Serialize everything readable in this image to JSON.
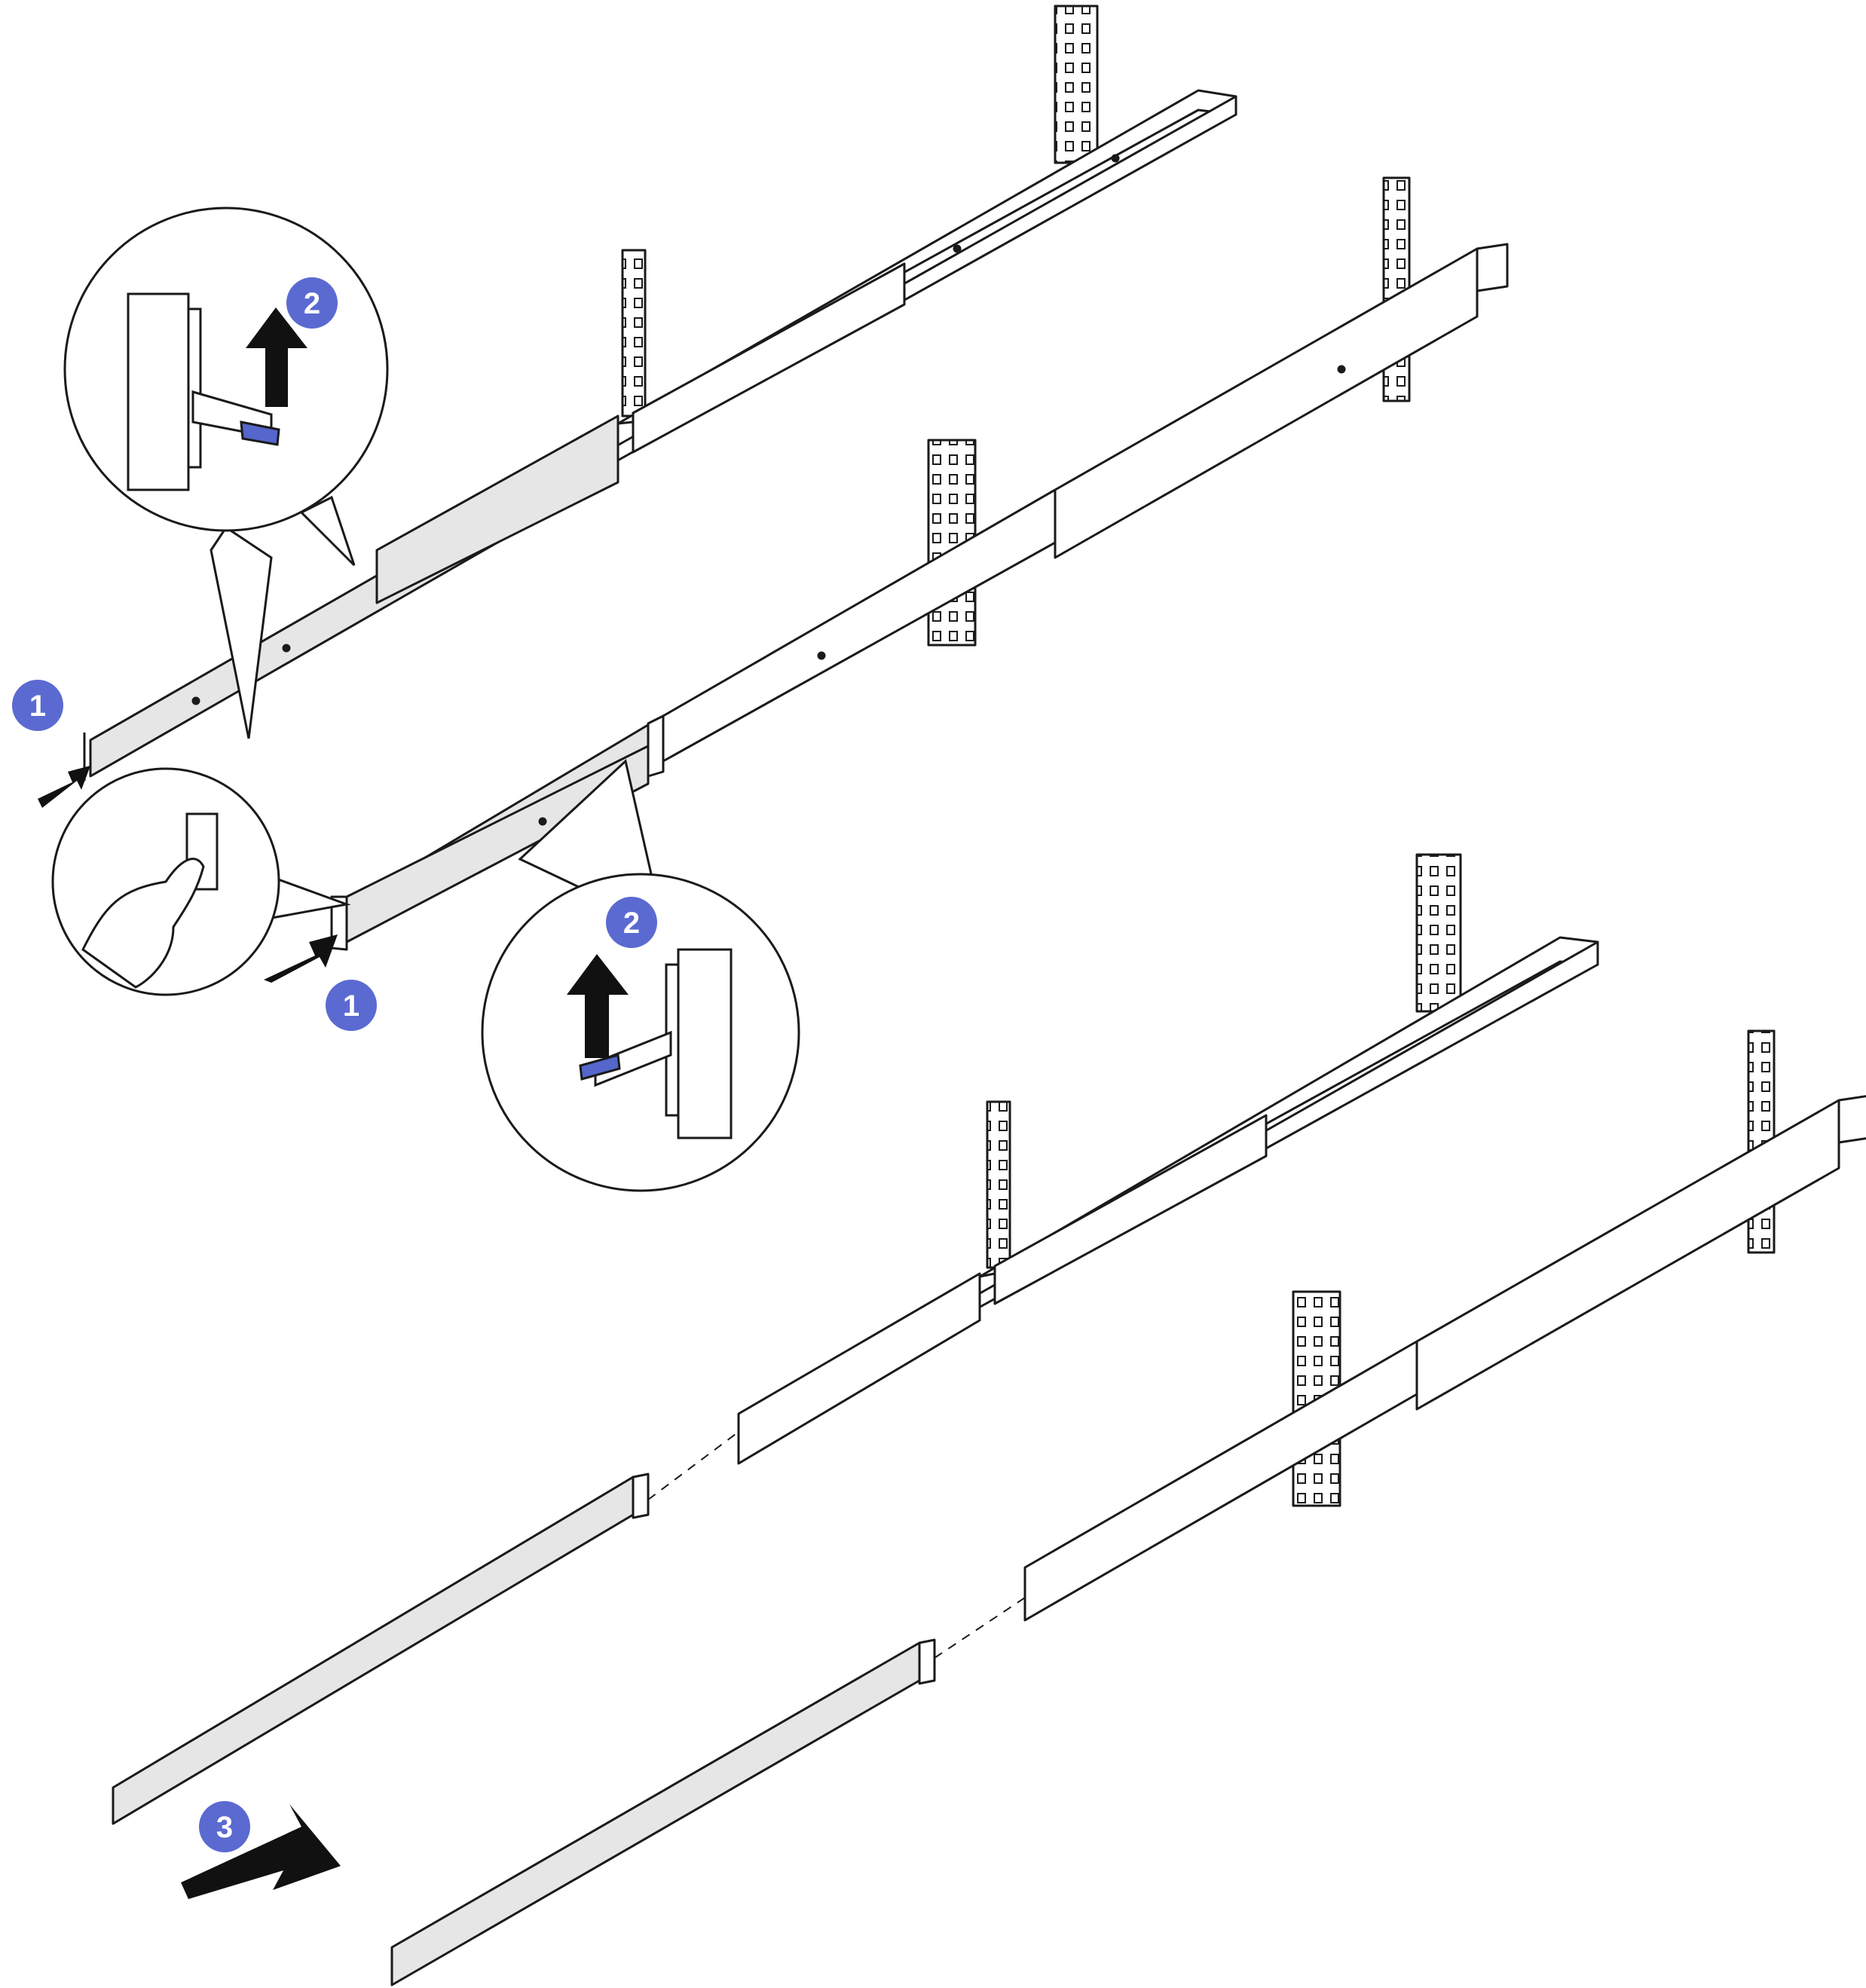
{
  "steps": [
    {
      "id": "step-1-top",
      "label": "1"
    },
    {
      "id": "step-2-top",
      "label": "2"
    },
    {
      "id": "step-1-mid",
      "label": "1"
    },
    {
      "id": "step-2-mid",
      "label": "2"
    },
    {
      "id": "step-3",
      "label": "3"
    }
  ],
  "colors": {
    "line": "#1a1a1a",
    "rail_fill": "#e6e6e6",
    "rail_light": "#ffffff",
    "badge": "#5b6ad1",
    "lever": "#5566cc",
    "arrow": "#111111"
  },
  "icons": [
    "hand-icon",
    "lever-icon",
    "arrow-icon"
  ]
}
